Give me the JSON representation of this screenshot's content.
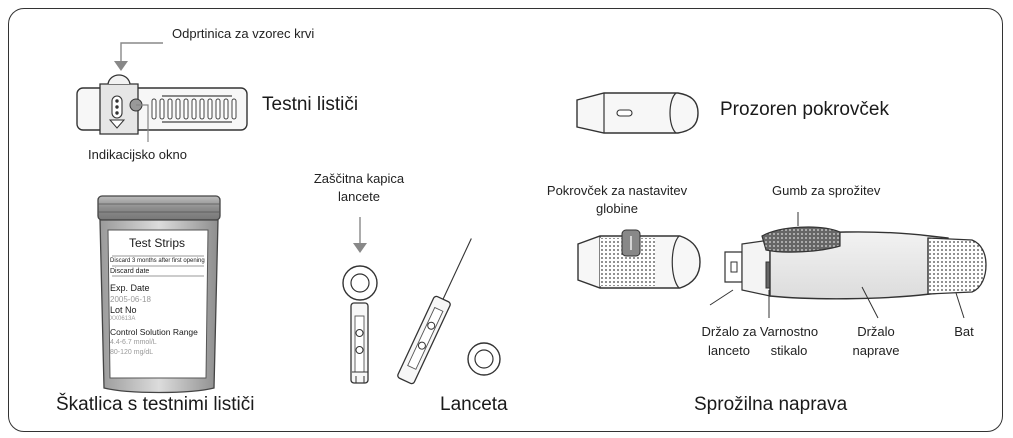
{
  "labels": {
    "sample_opening": "Odprtinica za vzorec krvi",
    "test_strips": "Testni lističi",
    "indicator_window": "Indikacijsko okno",
    "clear_cap": "Prozoren pokrovček",
    "lancet_cap_line1": "Zaščitna kapica",
    "lancet_cap_line2": "lancete",
    "depth_cap_line1": "Pokrovček za nastavitev",
    "depth_cap_line2": "globine",
    "trigger_button": "Gumb za sprožitev",
    "lancet_holder_line1": "Držalo za",
    "lancet_holder_line2": "lanceto",
    "safety_switch_line1": "Varnostno",
    "safety_switch_line2": "stikalo",
    "device_holder_line1": "Držalo",
    "device_holder_line2": "naprave",
    "plunger": "Bat",
    "strip_box": "Škatlica s testnimi lističi",
    "lancet": "Lanceta",
    "lancing_device": "Sprožilna naprava"
  },
  "jar_label": {
    "title": "Test Strips",
    "discard_months": "Discard 3 months after first opening",
    "discard_date": "Discard date",
    "exp_label": "Exp. Date",
    "exp_value": "2005-06-18",
    "lot_label": "Lot No",
    "lot_value": "XX0613A",
    "range_label": "Control Solution Range",
    "range_mmol": "4.4-6.7 mmol/L",
    "range_mgdl": "80-120 mg/dL"
  }
}
